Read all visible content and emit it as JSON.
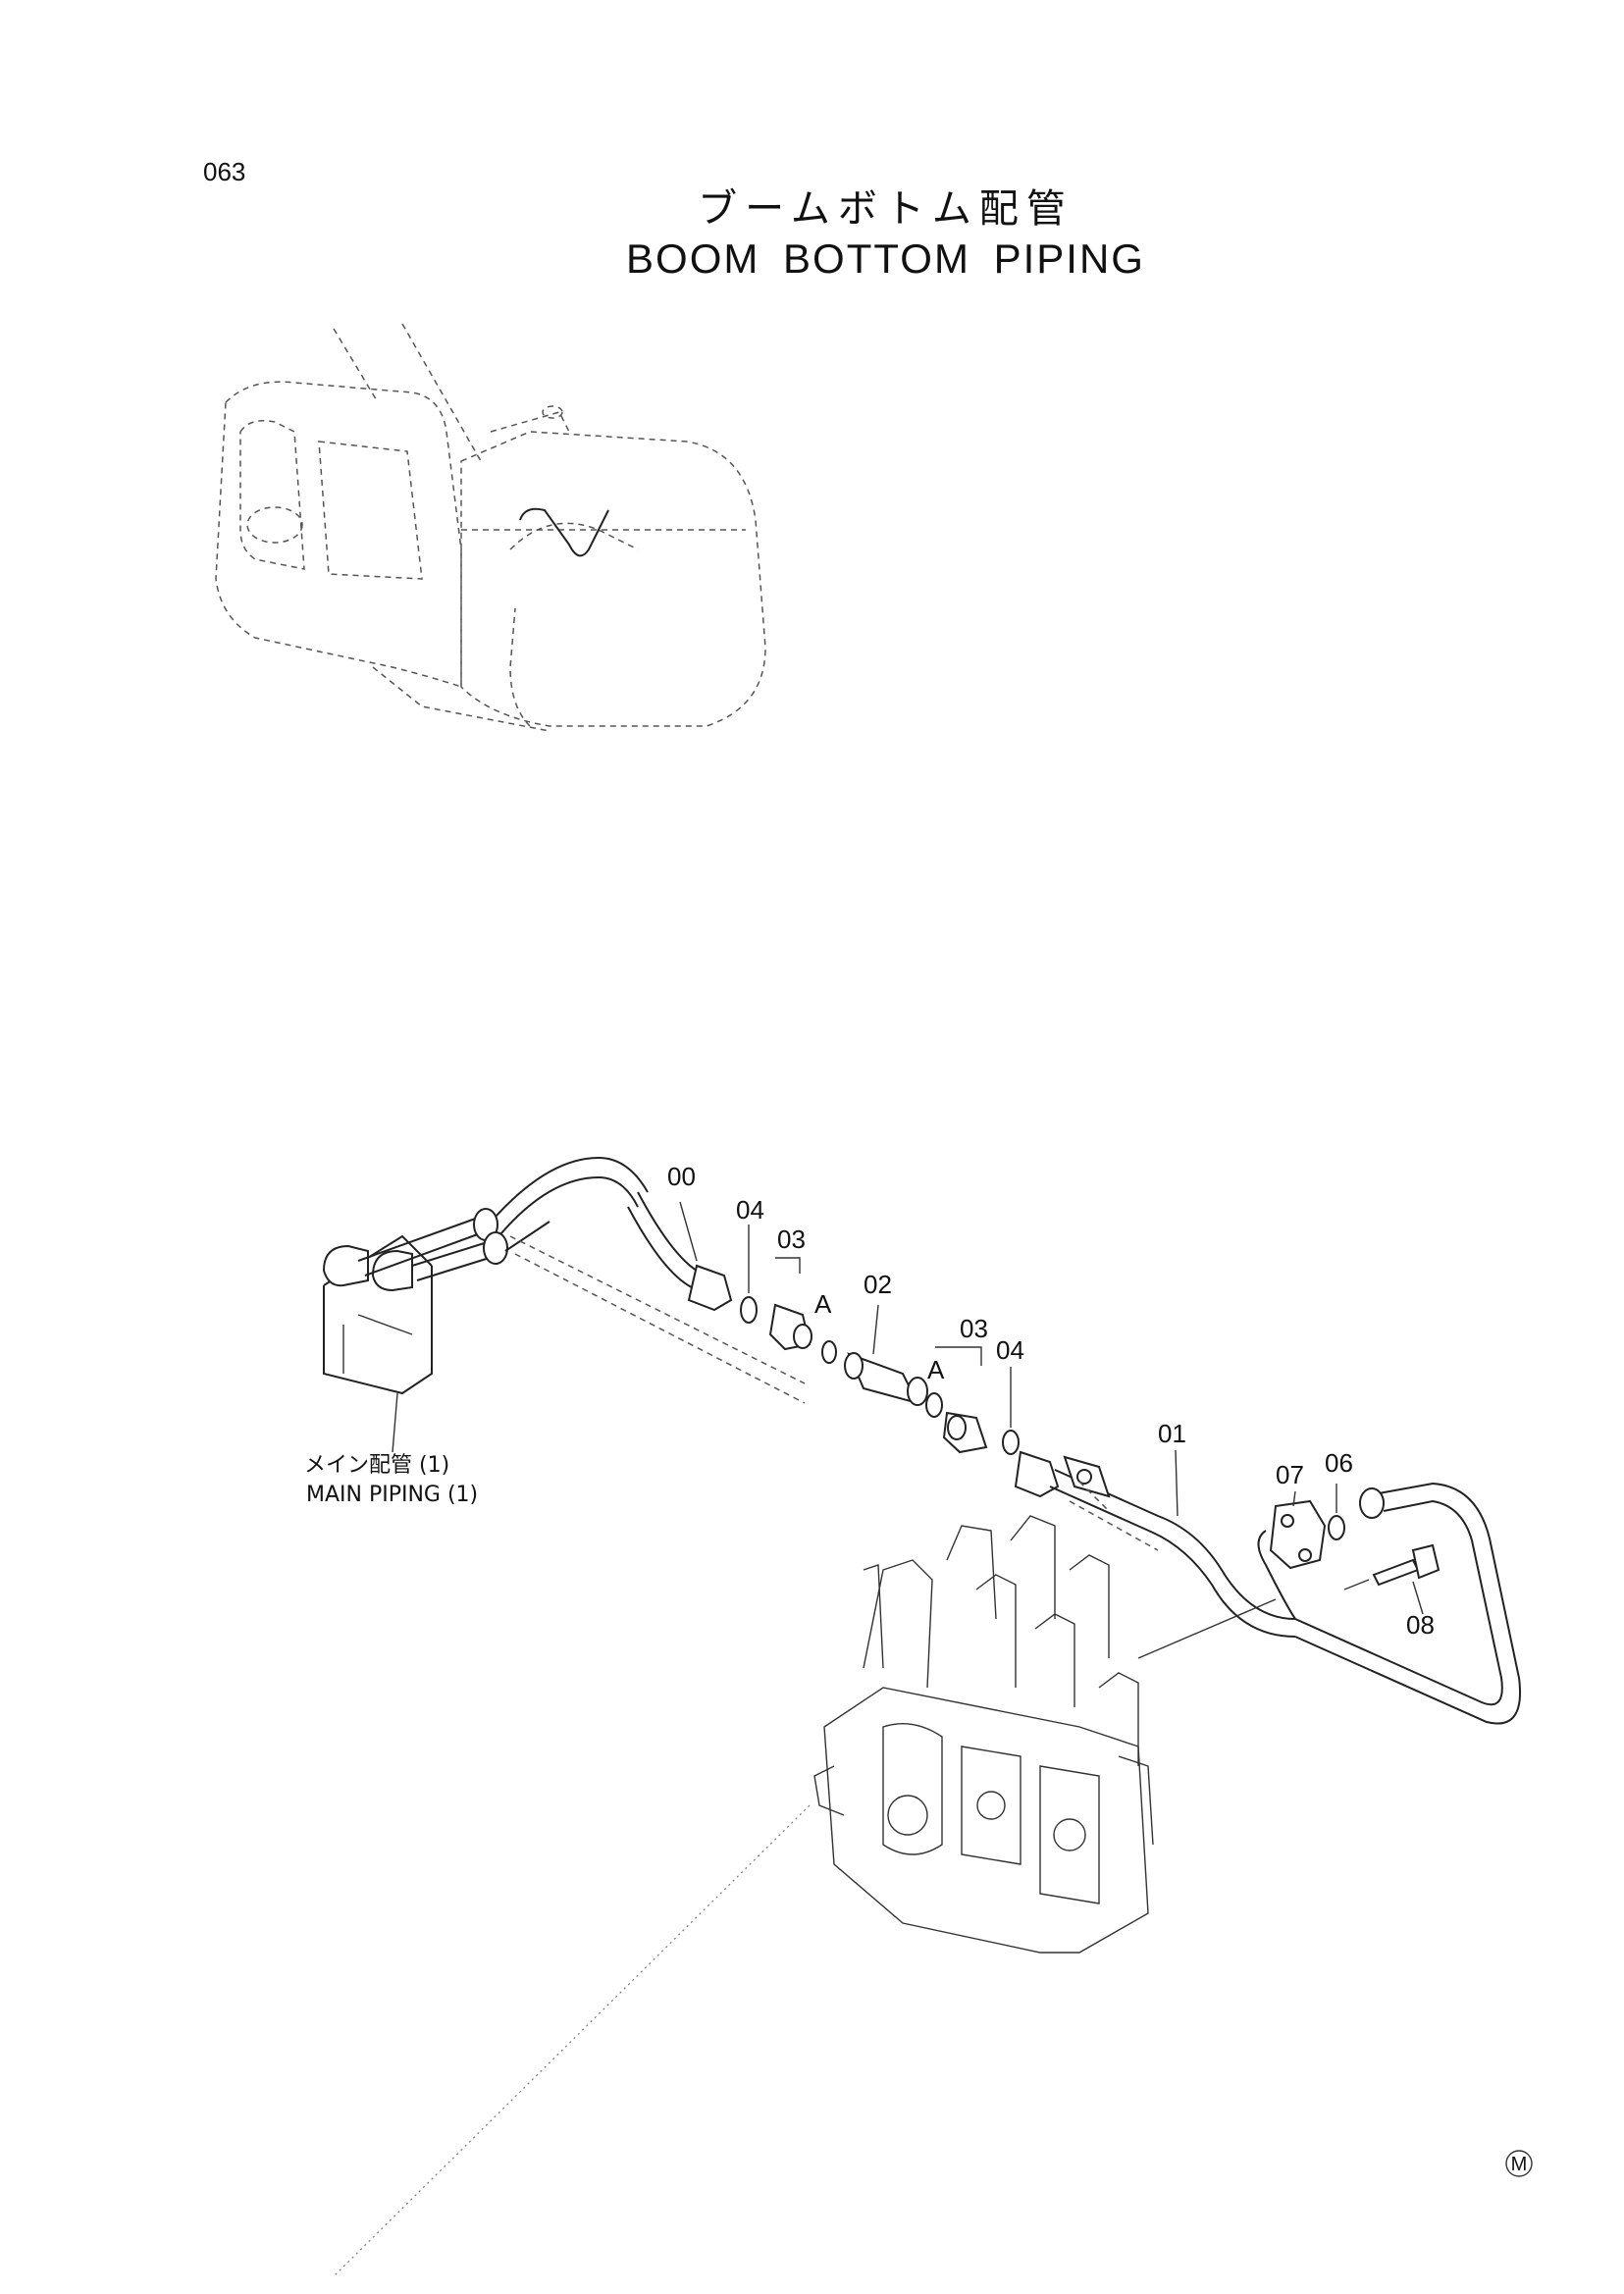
{
  "page_number": "063",
  "title_jp": "ブームボトム配管",
  "title_en": "BOOM BOTTOM PIPING",
  "callouts": [
    "00",
    "04",
    "03",
    "A",
    "02",
    "03",
    "A",
    "04",
    "01",
    "07",
    "06",
    "08"
  ],
  "reference_note": {
    "jp": "メイン配管 (1)",
    "en": "MAIN PIPING (1)"
  },
  "corner_mark": "M"
}
